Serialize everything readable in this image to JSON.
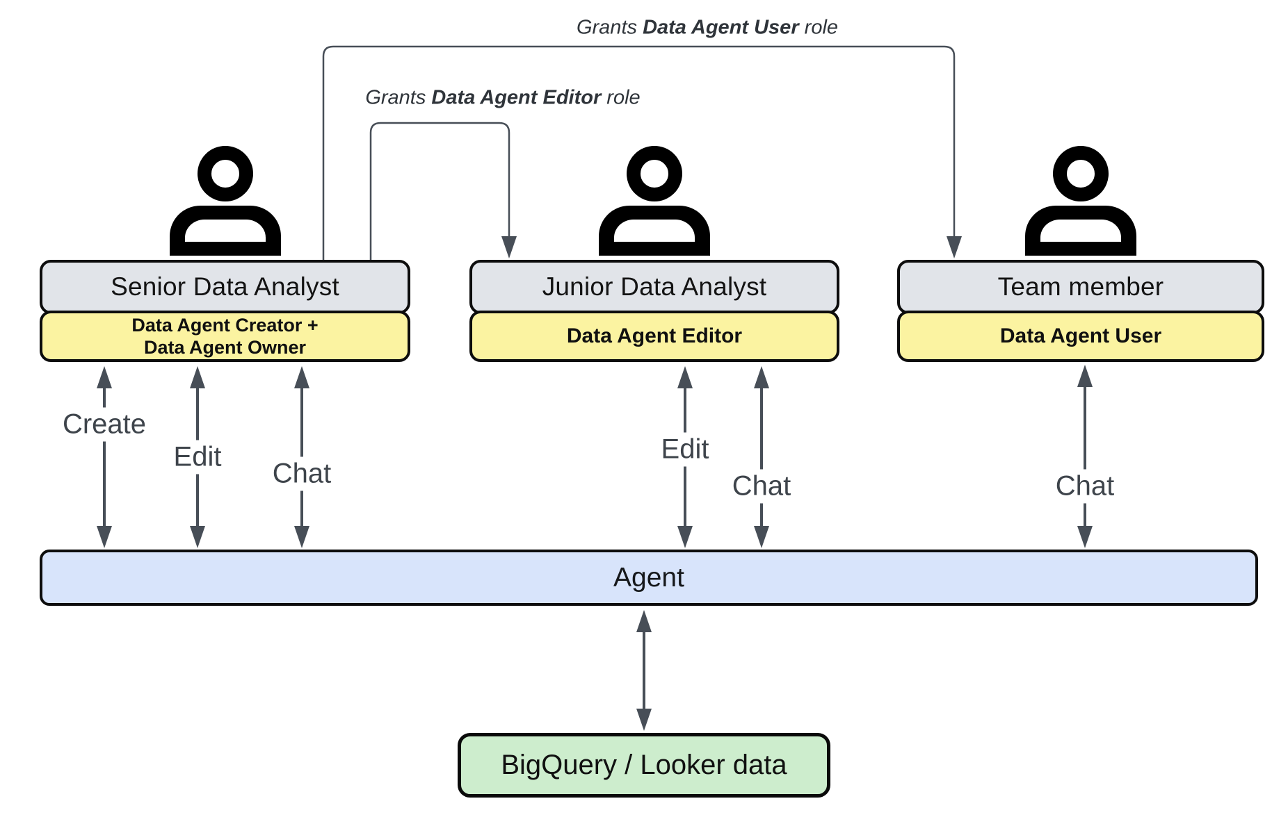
{
  "personas": [
    {
      "title": "Senior Data Analyst",
      "role": "Data Agent Creator +\nData Agent Owner"
    },
    {
      "title": "Junior Data Analyst",
      "role": "Data Agent Editor"
    },
    {
      "title": "Team member",
      "role": "Data Agent User"
    }
  ],
  "grants": [
    {
      "prefix": "Grants ",
      "role": "Data Agent User",
      "suffix": " role"
    },
    {
      "prefix": "Grants ",
      "role": "Data Agent Editor",
      "suffix": " role"
    }
  ],
  "actions": {
    "senior": [
      "Create",
      "Edit",
      "Chat"
    ],
    "junior": [
      "Edit",
      "Chat"
    ],
    "team": [
      "Chat"
    ]
  },
  "agent": {
    "label": "Agent"
  },
  "datasource": {
    "label": "BigQuery / Looker data"
  },
  "colors": {
    "gray": "#e1e4e9",
    "yellow": "#fbf3a1",
    "blue": "#d8e4fb",
    "green": "#cdedcd",
    "arrow": "#474e57"
  }
}
